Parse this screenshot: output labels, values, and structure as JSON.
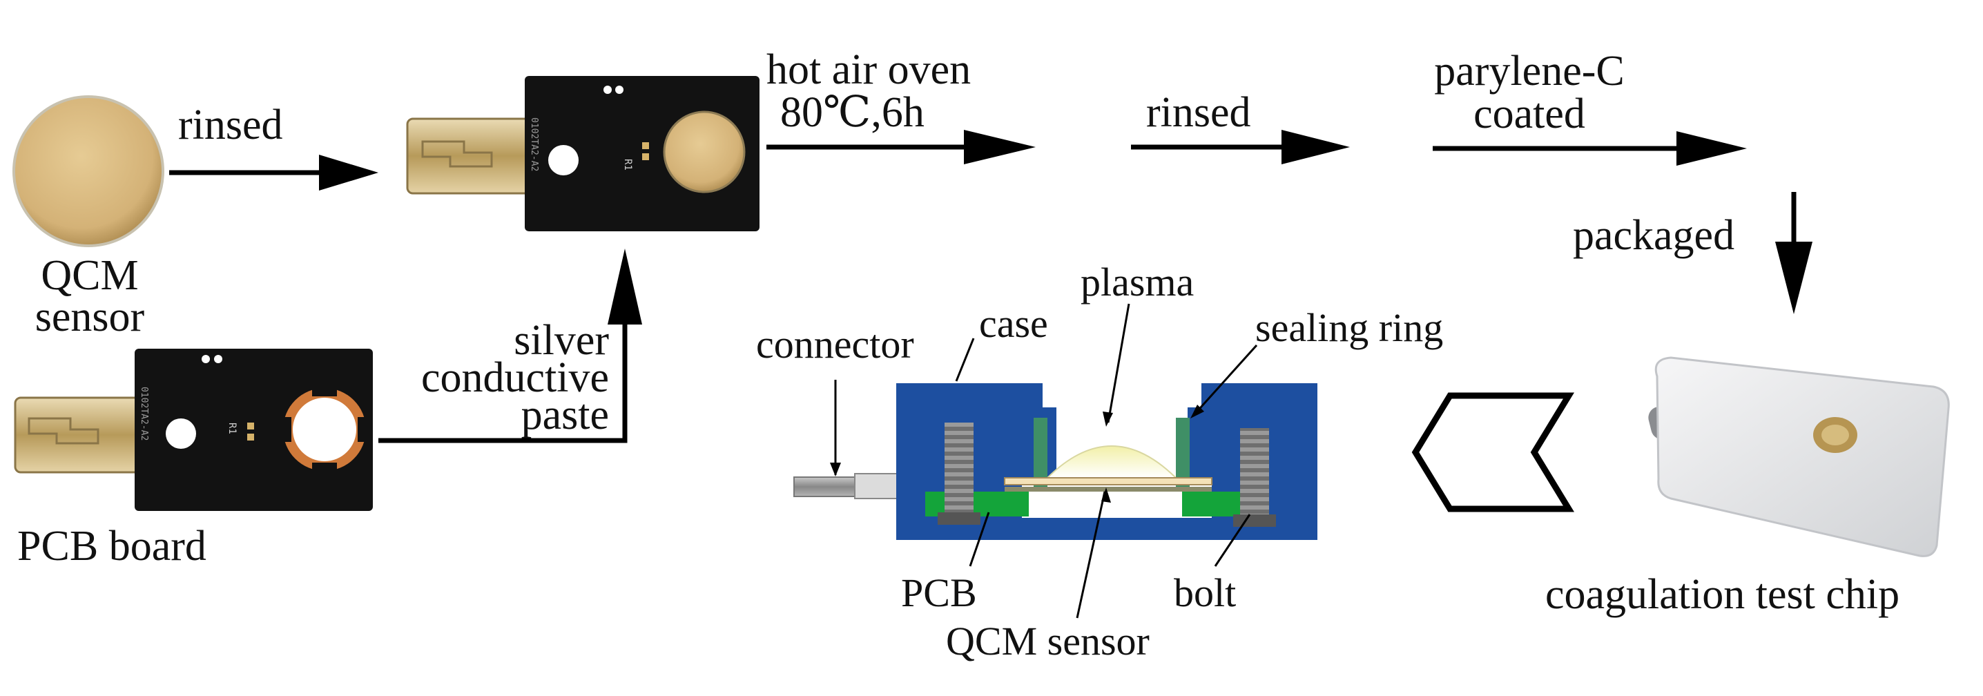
{
  "steps": {
    "rinsed_1": "rinsed",
    "hot_air_oven": "hot air oven",
    "oven_conditions": "80℃,6h",
    "rinsed_2": "rinsed",
    "parylene_line1": "parylene-C",
    "parylene_line2": "coated",
    "packaged": "packaged",
    "silver_line1": "silver",
    "silver_line2": "conductive",
    "silver_line3": "paste"
  },
  "components": {
    "qcm_line1": "QCM",
    "qcm_line2": "sensor",
    "pcb_board": "PCB board",
    "chip": "coagulation test chip"
  },
  "cross_section": {
    "plasma": "plasma",
    "case": "case",
    "connector": "connector",
    "sealing_ring": "sealing ring",
    "pcb": "PCB",
    "bolt": "bolt",
    "qcm_sensor": "QCM sensor"
  },
  "colors": {
    "case_blue": "#1d4fa0",
    "pcb_green": "#14a43a",
    "ring_green": "#3f8f66",
    "board_black": "#121212",
    "gold": "#d8b87a",
    "chip_white": "#e9eaec"
  }
}
